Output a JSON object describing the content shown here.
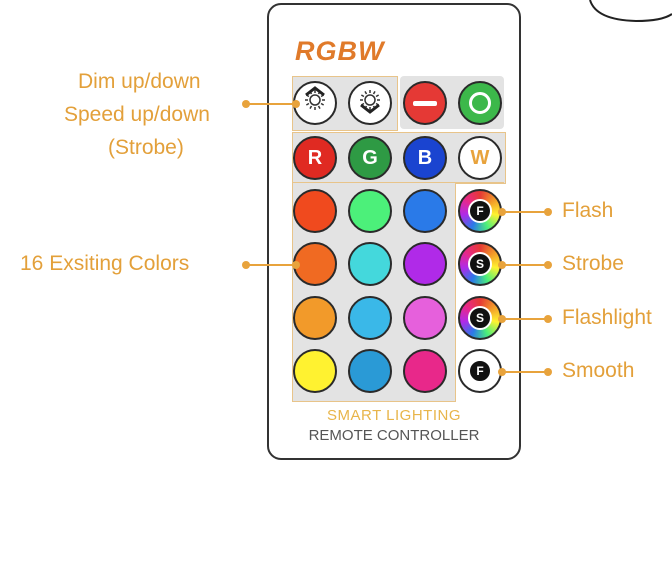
{
  "remote": {
    "brand": "RGBW",
    "footer_line1": "SMART LIGHTING",
    "footer_line2": "REMOTE CONTROLLER",
    "top_row": [
      {
        "name": "dim-up-button",
        "icon": "brightness-up-icon",
        "color": "#ffffff"
      },
      {
        "name": "dim-down-button",
        "icon": "brightness-down-icon",
        "color": "#ffffff"
      },
      {
        "name": "off-button",
        "icon": "minus-icon",
        "color": "#e53935"
      },
      {
        "name": "on-button",
        "icon": "circle-icon",
        "color": "#3cb84a"
      }
    ],
    "rgbw_row": [
      {
        "label": "R",
        "color": "#e02a22",
        "text_color": "#ffffff"
      },
      {
        "label": "G",
        "color": "#2e9a44",
        "text_color": "#ffffff"
      },
      {
        "label": "B",
        "color": "#1a44d0",
        "text_color": "#ffffff"
      },
      {
        "label": "W",
        "color": "#ffffff",
        "text_color": "#e8a33c"
      }
    ],
    "color_grid": [
      [
        "#f04a1e",
        "#4cf07a",
        "#2a7ae8"
      ],
      [
        "#f06a22",
        "#44d8dc",
        "#b02ae8"
      ],
      [
        "#f29a2a",
        "#3ab8e8",
        "#e660dc"
      ],
      [
        "#fff230",
        "#2a9ad6",
        "#e8288a"
      ]
    ],
    "mode_buttons": [
      {
        "badge": "F",
        "label": "Flash"
      },
      {
        "badge": "S",
        "label": "Strobe"
      },
      {
        "badge": "S",
        "label": "Flashlight"
      },
      {
        "badge": "F",
        "label": "Smooth"
      }
    ]
  },
  "callouts": {
    "left_top": [
      "Dim  up/down",
      "Speed  up/down",
      "(Strobe)"
    ],
    "left_middle": "16  Exsiting  Colors"
  },
  "accent_color": "#e8a33c"
}
